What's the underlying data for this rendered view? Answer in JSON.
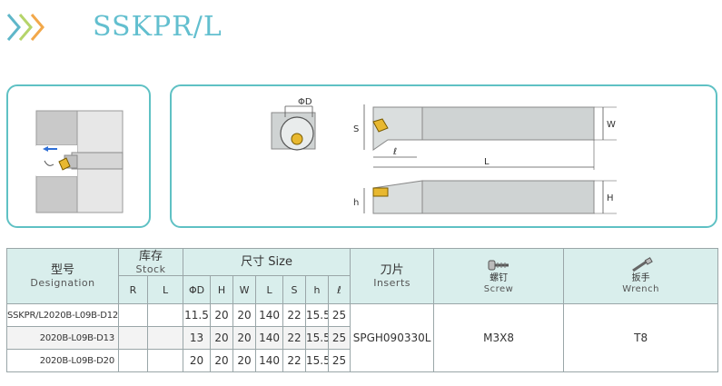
{
  "header": {
    "title": "SSKPR/L"
  },
  "table": {
    "designation_zh": "型号",
    "designation_en": "Designation",
    "stock_zh": "库存",
    "stock_en": "Stock",
    "size_label": "尺寸 Size",
    "inserts_zh": "刀片",
    "inserts_en": "Inserts",
    "screw_zh": "螺钉",
    "screw_en": "Screw",
    "wrench_zh": "扳手",
    "wrench_en": "Wrench",
    "stock_cols": [
      "R",
      "L"
    ],
    "size_cols": [
      "ΦD",
      "H",
      "W",
      "L",
      "S",
      "h",
      "ℓ"
    ],
    "rows": [
      {
        "designation": "SSKPR/L2020B-L09B-D12",
        "R": "",
        "L": "",
        "D": "11.5",
        "H": "20",
        "W": "20",
        "Lv": "140",
        "S": "22",
        "h": "15.5",
        "l": "25"
      },
      {
        "designation": "2020B-L09B-D13",
        "R": "",
        "L": "",
        "D": "13",
        "H": "20",
        "W": "20",
        "Lv": "140",
        "S": "22",
        "h": "15.5",
        "l": "25"
      },
      {
        "designation": "2020B-L09B-D20",
        "R": "",
        "L": "",
        "D": "20",
        "H": "20",
        "W": "20",
        "Lv": "140",
        "S": "22",
        "h": "15.5",
        "l": "25"
      }
    ],
    "insert_value": "SPGH090330L",
    "screw_value": "M3X8",
    "wrench_value": "T8"
  },
  "diagram": {
    "phi_d": "ΦD",
    "s": "S",
    "w": "W",
    "l_small": "ℓ",
    "l_big": "L",
    "h_small": "h",
    "h_big": "H"
  },
  "colors": {
    "accent": "#5fc1c4",
    "title": "#62bfcf",
    "header_bg": "#d9eeec",
    "tool_gray": "#c8cccc",
    "insert_gold": "#e8b830"
  }
}
